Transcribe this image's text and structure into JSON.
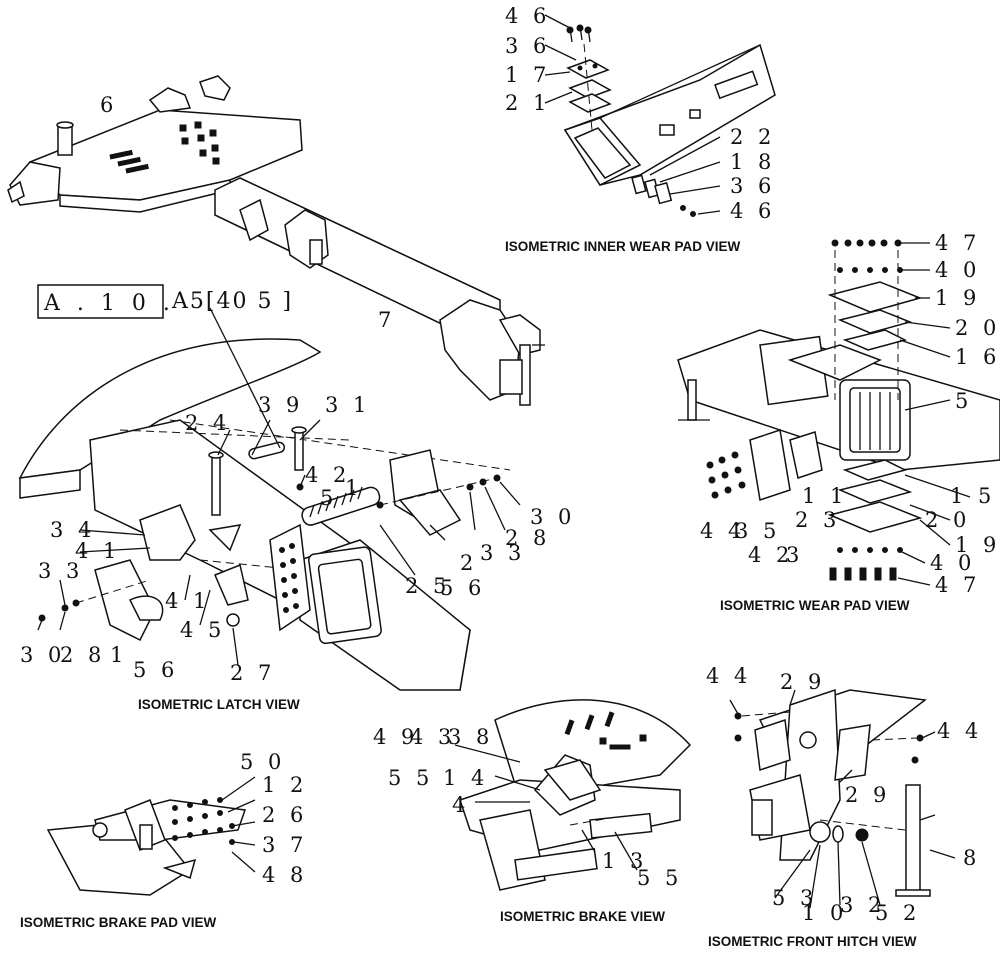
{
  "reference": {
    "box_text": "A . 1 0 .",
    "code_text": "A5[40 5 ]"
  },
  "view_titles": [
    "ISOMETRIC INNER WEAR PAD VIEW",
    "ISOMETRIC WEAR PAD VIEW",
    "ISOMETRIC LATCH VIEW",
    "ISOMETRIC BRAKE PAD VIEW",
    "ISOMETRIC BRAKE VIEW",
    "ISOMETRIC FRONT HITCH VIEW"
  ],
  "callouts": {
    "main": [
      "6",
      "7"
    ],
    "inner_wear_pad": [
      "4 6",
      "3 6",
      "1 7",
      "2 1",
      "2 2",
      "1 8",
      "3 6",
      "4 6"
    ],
    "wear_pad": [
      "4 7",
      "4 0",
      "1 9",
      "2 0",
      "1 6",
      "5",
      "1 5",
      "2 0",
      "1 9",
      "4 0",
      "4 7",
      "4 4",
      "3 5",
      "4 2",
      "3",
      "1 1",
      "2 3"
    ],
    "latch": [
      "3 9",
      "3 1",
      "2 4",
      "4 2",
      "5",
      "1",
      "3 4",
      "4 1",
      "3 3",
      "3 0",
      "2 8",
      "1",
      "5 6",
      "4 1",
      "4 5",
      "2 7",
      "2 5",
      "5 6",
      "2",
      "3 3",
      "2 8",
      "3 0"
    ],
    "brake_pad": [
      "5 0",
      "1 2",
      "2 6",
      "3 7",
      "4 8"
    ],
    "brake": [
      "4 9",
      "4 3",
      "3 8",
      "5 5",
      "1 4",
      "4",
      "1 3",
      "5 5"
    ],
    "front_hitch": [
      "4 4",
      "2 9",
      "4 4",
      "2 9",
      "8",
      "5 3",
      "1 0",
      "3 2",
      "5 2"
    ]
  }
}
